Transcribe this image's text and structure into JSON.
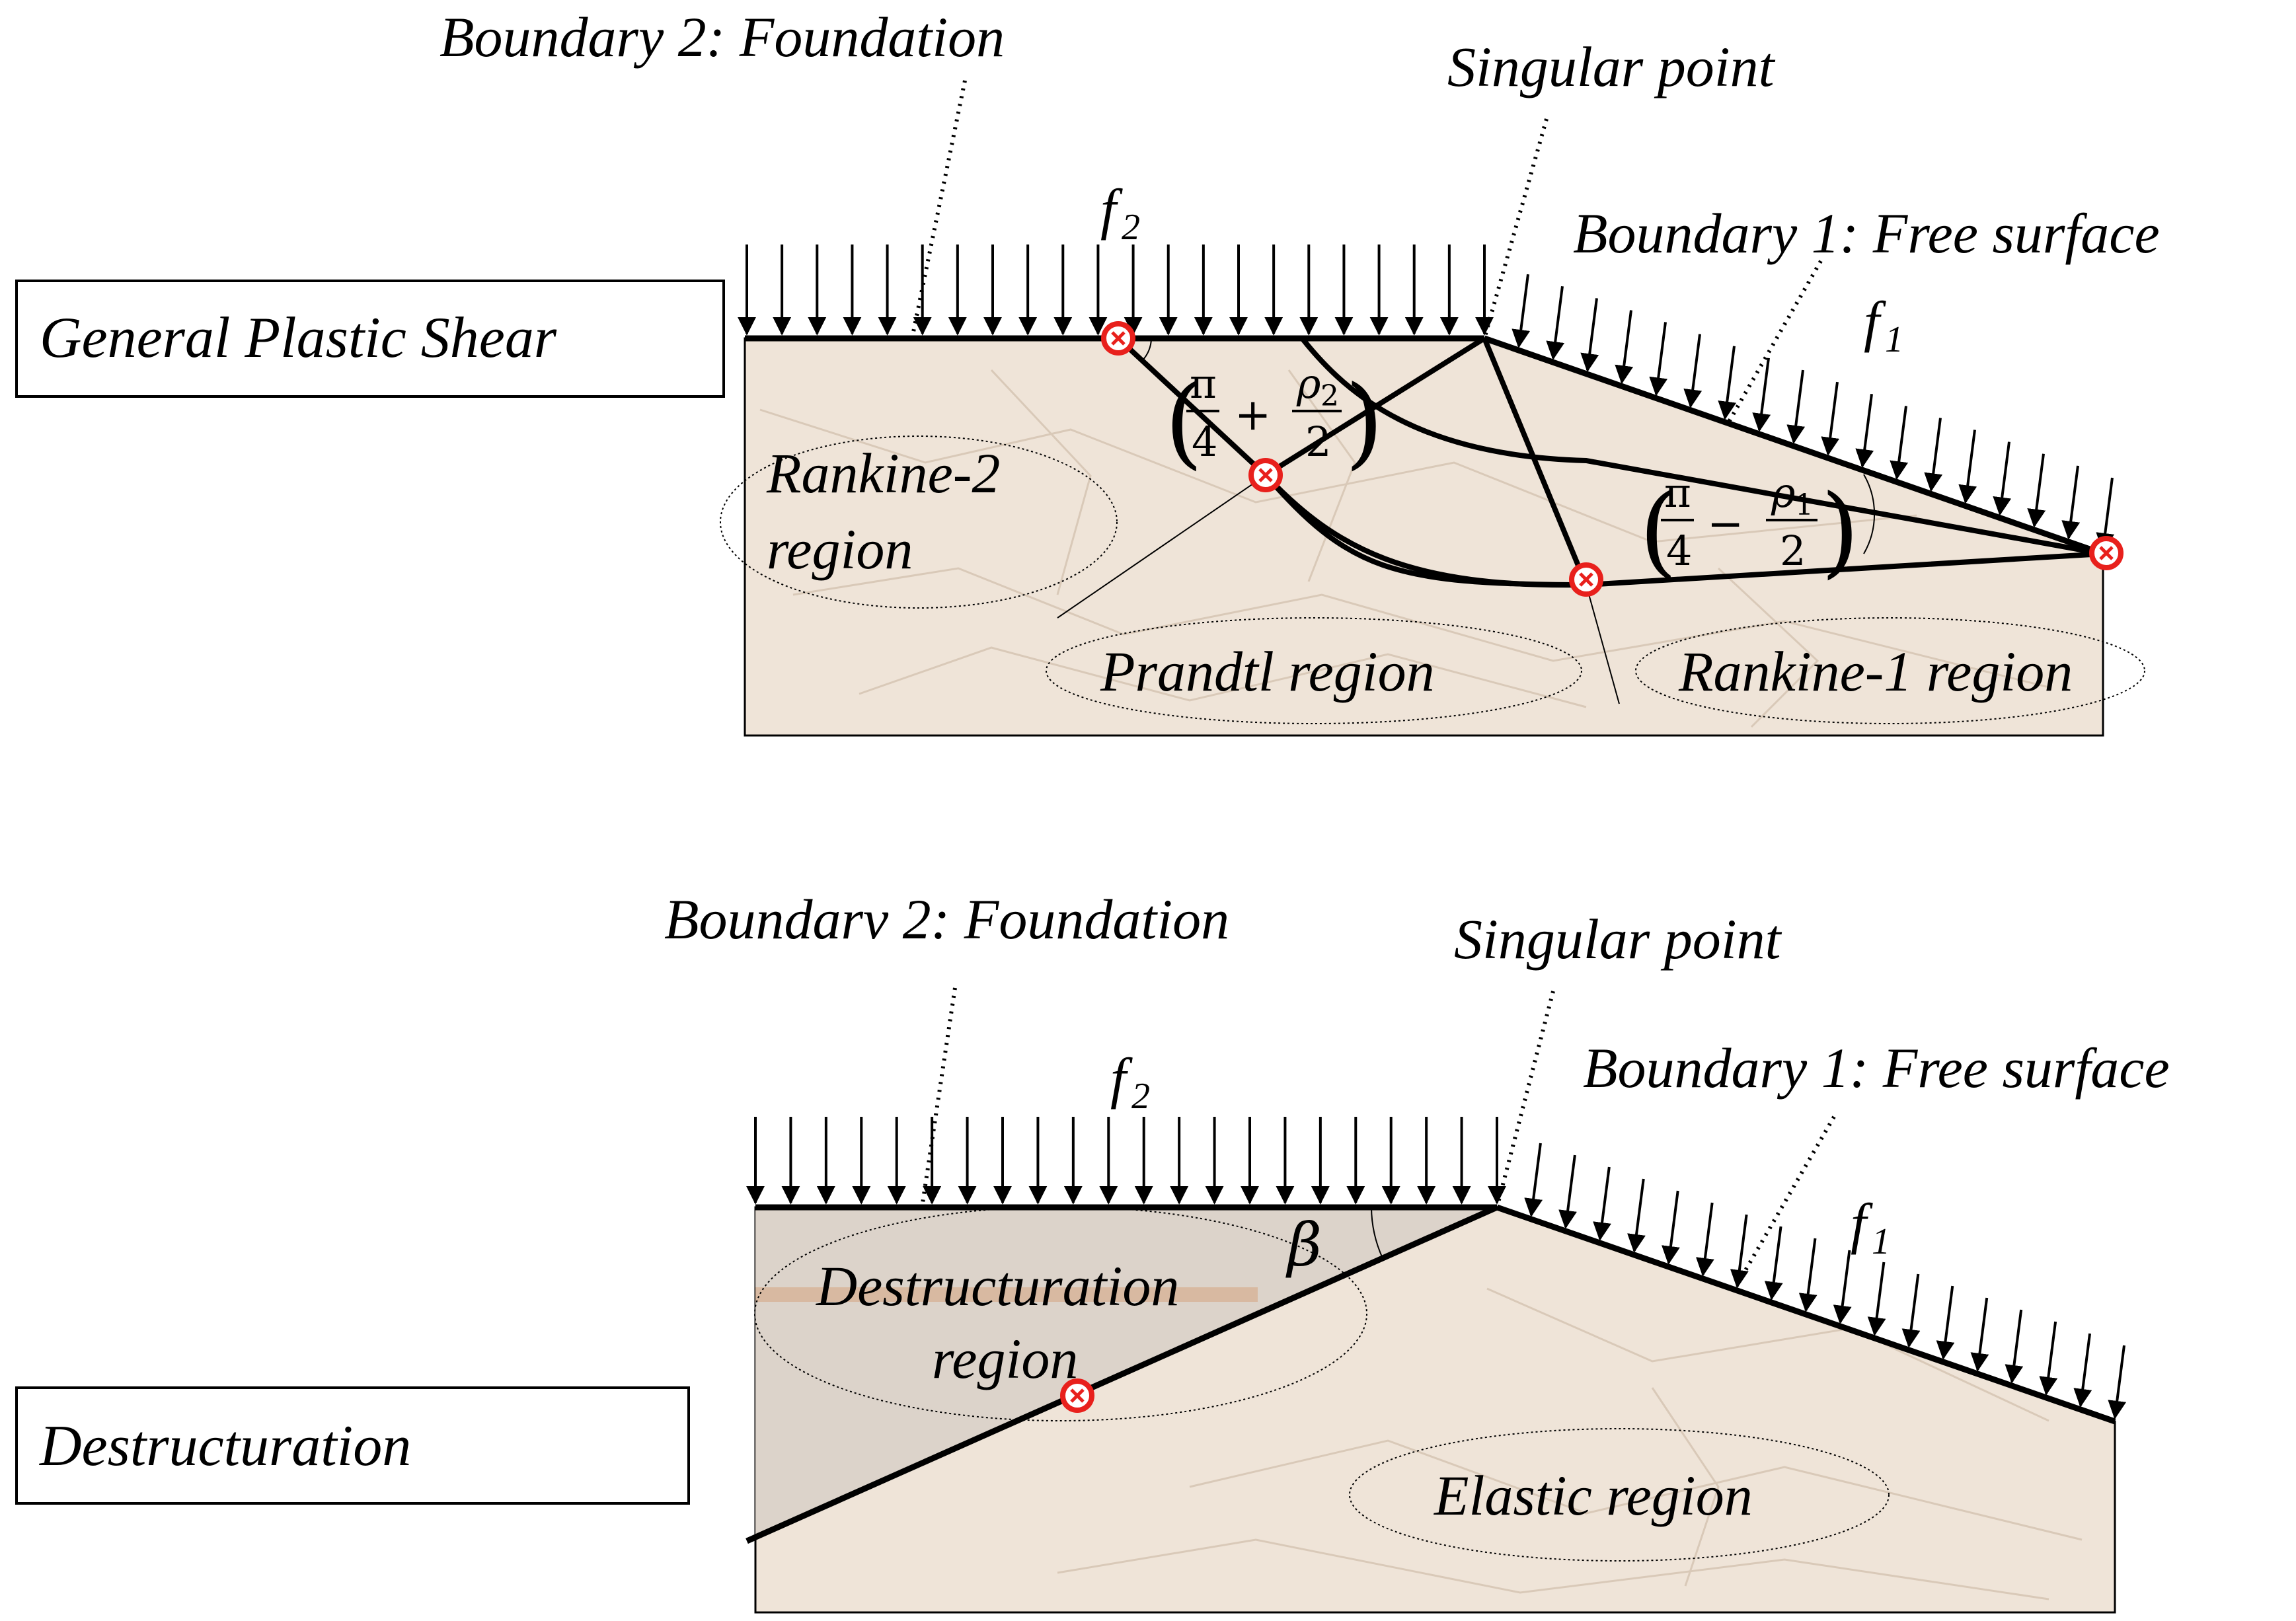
{
  "panels": [
    {
      "title": "General Plastic Shear",
      "labels": {
        "boundary2": "Boundary 2: Foundation",
        "singular": "Singular point",
        "boundary1": "Boundary 1: Free surface",
        "f2": "f",
        "f2_sub": "2",
        "f1": "f",
        "f1_sub": "1",
        "rankine2_line1": "Rankine-2",
        "rankine2_line2": "region",
        "prandtl": "Prandtl region",
        "rankine1": "Rankine-1 region"
      },
      "angle_left": {
        "pi": "π",
        "four": "4",
        "op": "+",
        "rho": "ρ",
        "sub": "2",
        "two": "2",
        "lp": "(",
        "rp": ")"
      },
      "angle_right": {
        "pi": "π",
        "four": "4",
        "op": "−",
        "rho": "ρ",
        "sub": "1",
        "two": "2",
        "lp": "(",
        "rp": ")"
      }
    },
    {
      "title": "Destructuration",
      "labels": {
        "boundary2": "Boundarv 2: Foundation",
        "singular": "Singular point",
        "boundary1": "Boundary 1: Free surface",
        "f2": "f",
        "f2_sub": "2",
        "f1": "f",
        "f1_sub": "1",
        "beta": "β",
        "destr_line1": "Destructuration",
        "destr_line2": "region",
        "elastic": "Elastic region"
      }
    }
  ],
  "colors": {
    "soil": "#efe4d8",
    "soil_crease": "#d9c9b8",
    "destr_fill": "#dcd3ca",
    "destr_band": "#d8b9a1",
    "marker": "#e8201c",
    "line": "#000000"
  },
  "icons": {
    "singular_marker": "circled-x-icon",
    "load": "down-arrow-icon"
  }
}
